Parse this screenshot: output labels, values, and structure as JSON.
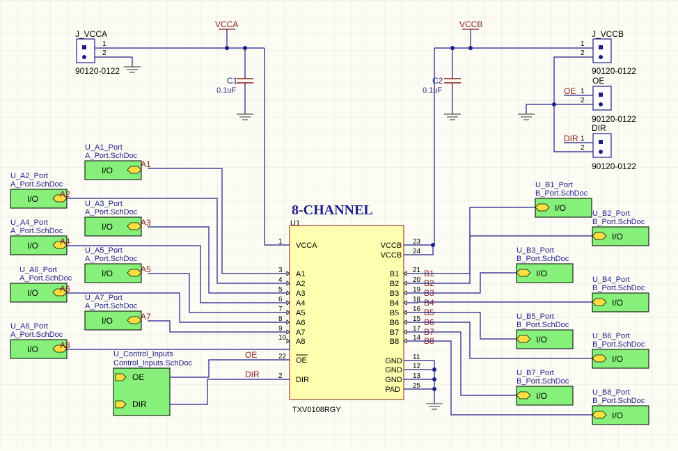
{
  "power": {
    "vcca": "VCCA",
    "vccb": "VCCB"
  },
  "connectors": {
    "j_vcca": {
      "ref": "J_VCCA",
      "part": "90120-0122",
      "pins": [
        "1",
        "2"
      ]
    },
    "j_vccb": {
      "ref": "J_VCCB",
      "part": "90120-0122",
      "pins": [
        "1",
        "2"
      ]
    },
    "oe": {
      "ref": "OE",
      "part": "90120-0122",
      "pins": [
        "1",
        "2"
      ],
      "net": "OE"
    },
    "dir": {
      "ref": "DIR",
      "part": "90120-0122",
      "pins": [
        "1",
        "2"
      ],
      "net": "DIR"
    }
  },
  "caps": [
    {
      "ref": "C1",
      "value": "0.1uF"
    },
    {
      "ref": "C2",
      "value": "0.1uF"
    }
  ],
  "ic": {
    "title": "8-CHANNEL",
    "ref": "U1",
    "part": "TXV0108RGY",
    "left_pins": [
      {
        "num": "1",
        "name": "VCCA"
      },
      {
        "num": "3",
        "name": "A1"
      },
      {
        "num": "4",
        "name": "A2"
      },
      {
        "num": "5",
        "name": "A3"
      },
      {
        "num": "6",
        "name": "A4"
      },
      {
        "num": "7",
        "name": "A5"
      },
      {
        "num": "8",
        "name": "A6"
      },
      {
        "num": "9",
        "name": "A7"
      },
      {
        "num": "10",
        "name": "A8"
      },
      {
        "num": "22",
        "name": "OE"
      },
      {
        "num": "2",
        "name": "DIR"
      }
    ],
    "right_pins": [
      {
        "num": "23",
        "name": "VCCB"
      },
      {
        "num": "24",
        "name": "VCCB"
      },
      {
        "num": "21",
        "name": "B1"
      },
      {
        "num": "20",
        "name": "B2"
      },
      {
        "num": "19",
        "name": "B3"
      },
      {
        "num": "18",
        "name": "B4"
      },
      {
        "num": "16",
        "name": "B5"
      },
      {
        "num": "15",
        "name": "B6"
      },
      {
        "num": "17",
        "name": "B7"
      },
      {
        "num": "14",
        "name": "B8"
      },
      {
        "num": "11",
        "name": "GND"
      },
      {
        "num": "12",
        "name": "GND"
      },
      {
        "num": "13",
        "name": "GND"
      },
      {
        "num": "25",
        "name": "PAD"
      }
    ]
  },
  "a_ports": [
    {
      "ref": "U_A1_Port",
      "file": "A_Port.SchDoc",
      "port": "I/O",
      "net": "A1"
    },
    {
      "ref": "U_A2_Port",
      "file": "A_Port.SchDoc",
      "port": "I/O",
      "net": "A2"
    },
    {
      "ref": "U_A3_Port",
      "file": "A_Port.SchDoc",
      "port": "I/O",
      "net": "A3"
    },
    {
      "ref": "U_A4_Port",
      "file": "A_Port.SchDoc",
      "port": "I/O",
      "net": "A4"
    },
    {
      "ref": "U_A5_Port",
      "file": "A_Port.SchDoc",
      "port": "I/O",
      "net": "A5"
    },
    {
      "ref": "U_A6_Port",
      "file": "A_Port.SchDoc",
      "port": "I/O",
      "net": "A6"
    },
    {
      "ref": "U_A7_Port",
      "file": "A_Port.SchDoc",
      "port": "I/O",
      "net": "A7"
    },
    {
      "ref": "U_A8_Port",
      "file": "A_Port.SchDoc",
      "port": "I/O",
      "net": "A8"
    }
  ],
  "b_ports": [
    {
      "ref": "U_B1_Port",
      "file": "B_Port.SchDoc",
      "port": "I/O",
      "net": "B1"
    },
    {
      "ref": "U_B2_Port",
      "file": "B_Port.SchDoc",
      "port": "I/O",
      "net": "B2"
    },
    {
      "ref": "U_B3_Port",
      "file": "B_Port.SchDoc",
      "port": "I/O",
      "net": "B3"
    },
    {
      "ref": "U_B4_Port",
      "file": "B_Port.SchDoc",
      "port": "I/O",
      "net": "B4"
    },
    {
      "ref": "U_B5_Port",
      "file": "B_Port.SchDoc",
      "port": "I/O",
      "net": "B5"
    },
    {
      "ref": "U_B6_Port",
      "file": "B_Port.SchDoc",
      "port": "I/O",
      "net": "B6"
    },
    {
      "ref": "U_B7_Port",
      "file": "B_Port.SchDoc",
      "port": "I/O",
      "net": "B7"
    },
    {
      "ref": "U_B8_Port",
      "file": "B_Port.SchDoc",
      "port": "I/O",
      "net": "B8"
    }
  ],
  "control": {
    "ref": "U_Control_Inputs",
    "file": "Control_Inputs.SchDoc",
    "ports": [
      "OE",
      "DIR"
    ],
    "nets": [
      "OE",
      "DIR"
    ]
  }
}
